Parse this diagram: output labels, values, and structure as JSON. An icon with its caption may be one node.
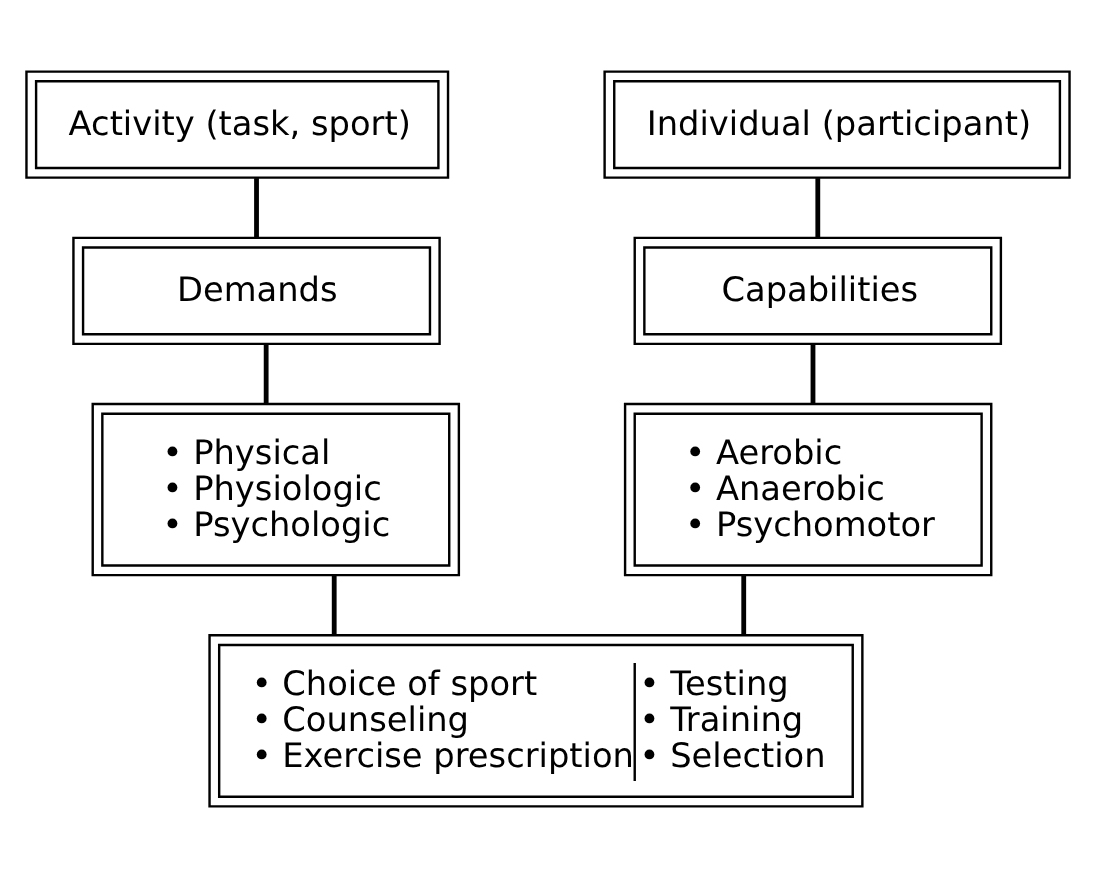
{
  "diagram": {
    "nodes": [
      {
        "text": [
          "Activity (task, sport)"
        ]
      },
      {
        "text": [
          "Individual (participant)"
        ]
      },
      {
        "text": [
          "Demands"
        ]
      },
      {
        "text": [
          "Capabilities"
        ]
      },
      {
        "text": [
          "• Physical",
          "• Physiologic",
          "• Psychologic"
        ]
      },
      {
        "text": [
          "• Aerobic",
          "• Anaerobic",
          "• Psychomotor"
        ]
      },
      {
        "text": [
          "• Choice of sport",
          "• Counseling",
          "• Exercise prescription",
          "• Testing",
          "• Training",
          "• Selection"
        ]
      }
    ],
    "edges": [
      {
        "from": 0,
        "to": 2,
        "arrow": "none"
      },
      {
        "from": 2,
        "to": 4,
        "arrow": "none"
      },
      {
        "from": 1,
        "to": 3,
        "arrow": "none"
      },
      {
        "from": 3,
        "to": 5,
        "arrow": "none"
      },
      {
        "from": 4,
        "to": 6,
        "arrow": "none"
      },
      {
        "from": 5,
        "to": 6,
        "arrow": "none"
      }
    ]
  }
}
